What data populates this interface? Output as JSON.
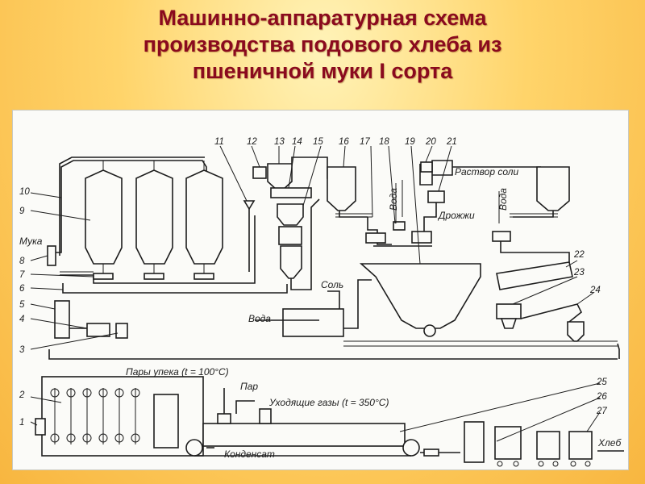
{
  "title": {
    "line1": "Машинно-аппаратурная схема",
    "line2": "производства подового хлеба из",
    "line3": "пшеничной муки I сорта"
  },
  "diagram": {
    "labels": {
      "muka": "Мука",
      "sol": "Соль",
      "voda": "Вода",
      "voda_v1": "Вода",
      "voda_v2": "Вода",
      "rastvor_soli": "Раствор соли",
      "drozhzhi": "Дрожжи",
      "pary_upeka": "Пары упека (t = 100°С)",
      "par": "Пар",
      "ukhodyashchie_gazy": "Уходящие газы (t = 350°С)",
      "kondensat": "Конденсат",
      "khleb": "Хлеб"
    },
    "numbers": [
      "1",
      "2",
      "3",
      "4",
      "5",
      "6",
      "7",
      "8",
      "9",
      "10",
      "11",
      "12",
      "13",
      "14",
      "15",
      "16",
      "17",
      "18",
      "19",
      "20",
      "21",
      "22",
      "23",
      "24",
      "25",
      "26",
      "27"
    ]
  }
}
